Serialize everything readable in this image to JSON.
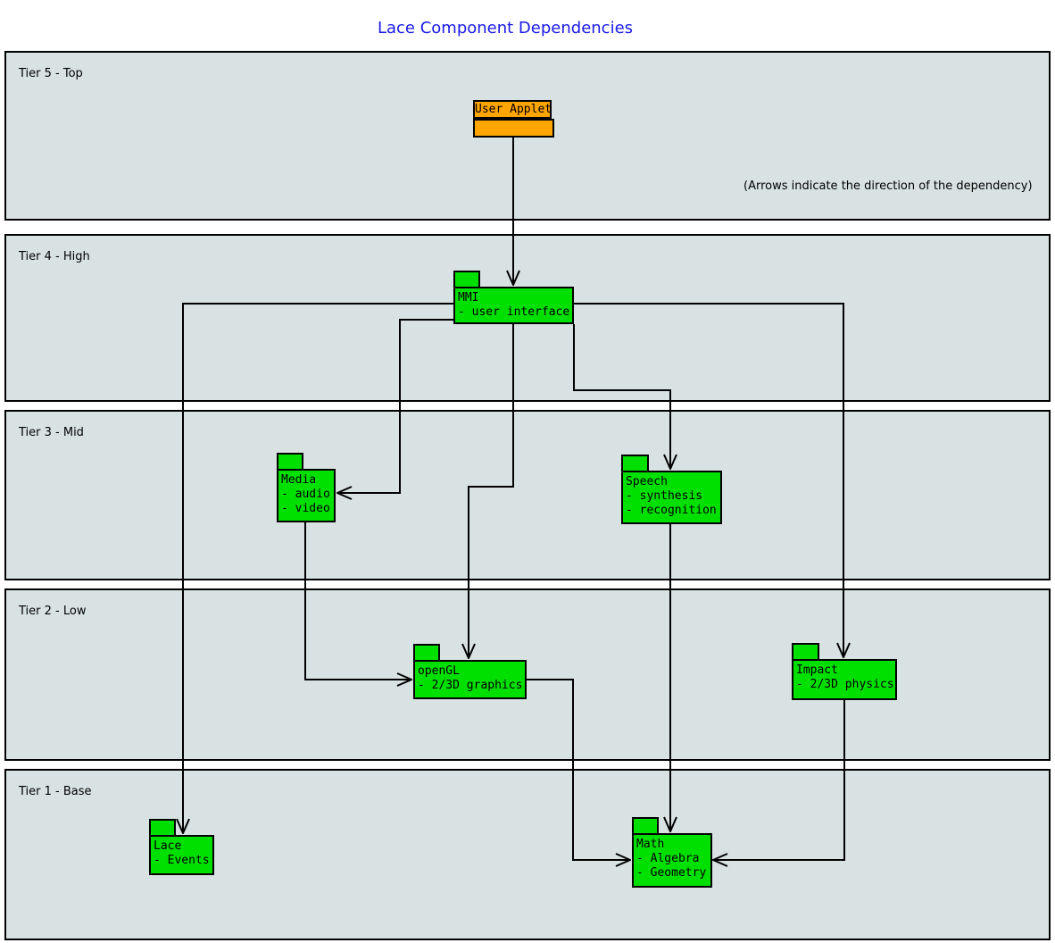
{
  "title": "Lace Component Dependencies",
  "note": "(Arrows indicate the direction of the dependency)",
  "tiers": [
    {
      "label": "Tier 5 - Top"
    },
    {
      "label": "Tier 4 - High"
    },
    {
      "label": "Tier 3 - Mid"
    },
    {
      "label": "Tier 2 - Low"
    },
    {
      "label": "Tier 1 - Base"
    }
  ],
  "components": {
    "user_applet": {
      "label": "User Applet",
      "tier": "Tier 5 - Top"
    },
    "mmi": {
      "lines": [
        "MMI",
        "- user interface"
      ],
      "tier": "Tier 4 - High"
    },
    "media": {
      "lines": [
        "Media",
        "- audio",
        "- video"
      ],
      "tier": "Tier 3 - Mid"
    },
    "speech": {
      "lines": [
        "Speech",
        "- synthesis",
        "- recognition"
      ],
      "tier": "Tier 3 - Mid"
    },
    "opengl": {
      "lines": [
        "openGL",
        "- 2/3D graphics"
      ],
      "tier": "Tier 2 - Low"
    },
    "impact": {
      "lines": [
        "Impact",
        "- 2/3D physics"
      ],
      "tier": "Tier 2 - Low"
    },
    "lace": {
      "lines": [
        "Lace",
        "- Events"
      ],
      "tier": "Tier 1 - Base"
    },
    "math": {
      "lines": [
        "Math",
        "- Algebra",
        "- Geometry"
      ],
      "tier": "Tier 1 - Base"
    }
  },
  "edges": [
    {
      "from": "User Applet",
      "to": "MMI"
    },
    {
      "from": "MMI",
      "to": "Lace"
    },
    {
      "from": "MMI",
      "to": "Media"
    },
    {
      "from": "MMI",
      "to": "Speech"
    },
    {
      "from": "MMI",
      "to": "openGL"
    },
    {
      "from": "MMI",
      "to": "Impact"
    },
    {
      "from": "Media",
      "to": "openGL"
    },
    {
      "from": "Speech",
      "to": "Math"
    },
    {
      "from": "openGL",
      "to": "Math"
    },
    {
      "from": "Impact",
      "to": "Math"
    }
  ],
  "colors": {
    "component_green": "#00e000",
    "applet_orange": "#ffa500",
    "tier_fill": "#d8e2e2",
    "title_blue": "#1a1ae6",
    "line_black": "#000000"
  }
}
